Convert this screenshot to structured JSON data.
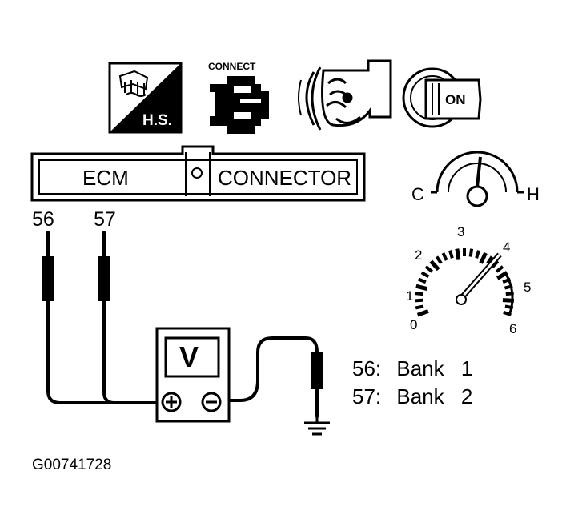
{
  "connector": {
    "left_label": "ECM",
    "right_label": "CONNECTOR"
  },
  "pins": {
    "pin_a": "56",
    "pin_b": "57"
  },
  "icons": {
    "hs_label": "H.S.",
    "connect_label": "CONNECT",
    "ignition_label": "ON",
    "names": [
      "hood-heat-shield-icon",
      "connect-connector-icon",
      "engine-running-icon",
      "ignition-key-on-icon"
    ]
  },
  "temperature_gauge": {
    "cold_label": "C",
    "hot_label": "H",
    "level": 0.6
  },
  "tachometer": {
    "tick_labels": [
      "0",
      "1",
      "2",
      "3",
      "4",
      "5",
      "6"
    ],
    "needle_value": 4
  },
  "voltmeter": {
    "display": "V"
  },
  "legend": [
    {
      "pin": "56:",
      "text": "Bank",
      "number": "1"
    },
    {
      "pin": "57:",
      "text": "Bank",
      "number": "2"
    }
  ],
  "figure_id": "G00741728"
}
